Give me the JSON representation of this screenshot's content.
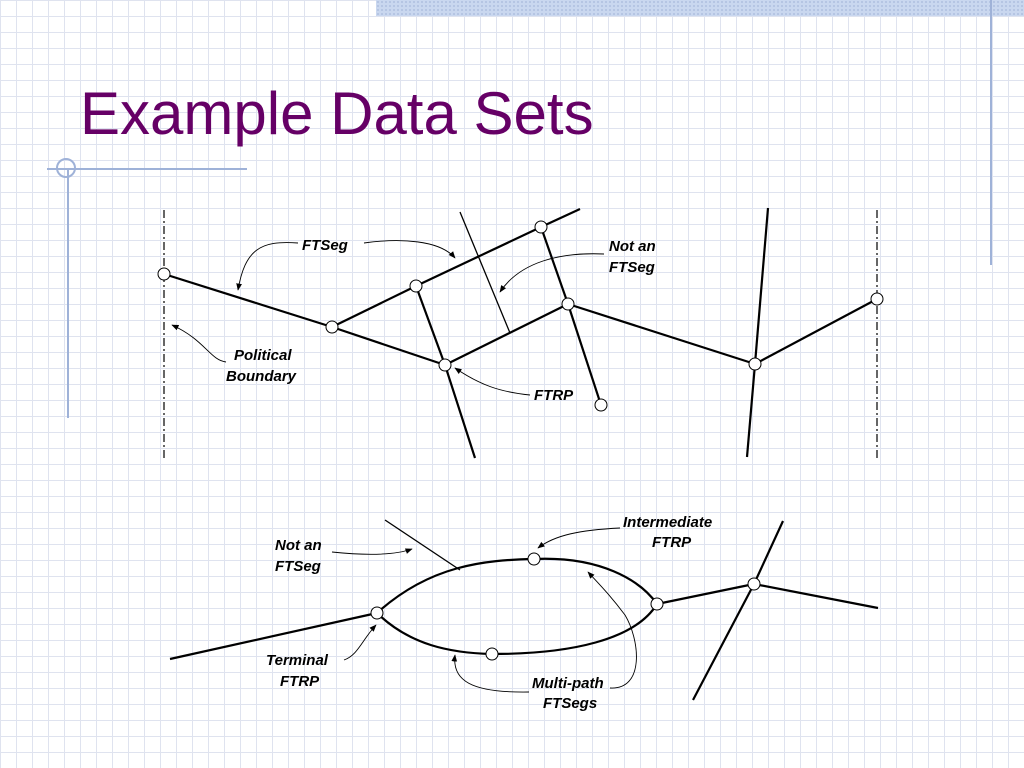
{
  "title": "Example Data Sets",
  "colors": {
    "title": "#660066",
    "grid": "#dfe3ef",
    "accent_lines": "#9fb2d8"
  },
  "diagram_top": {
    "labels": {
      "ftseg": "FTSeg",
      "not_an_ftseg_line1": "Not an",
      "not_an_ftseg_line2": "FTSeg",
      "political_boundary_line1": "Political",
      "political_boundary_line2": "Boundary",
      "ftrp": "FTRP"
    }
  },
  "diagram_bottom": {
    "labels": {
      "intermediate_ftrp_line1": "Intermediate",
      "intermediate_ftrp_line2": "FTRP",
      "not_an_ftseg_line1": "Not an",
      "not_an_ftseg_line2": "FTSeg",
      "terminal_ftrp_line1": "Terminal",
      "terminal_ftrp_line2": "FTRP",
      "multipath_line1": "Multi-path",
      "multipath_line2": "FTSegs"
    }
  }
}
